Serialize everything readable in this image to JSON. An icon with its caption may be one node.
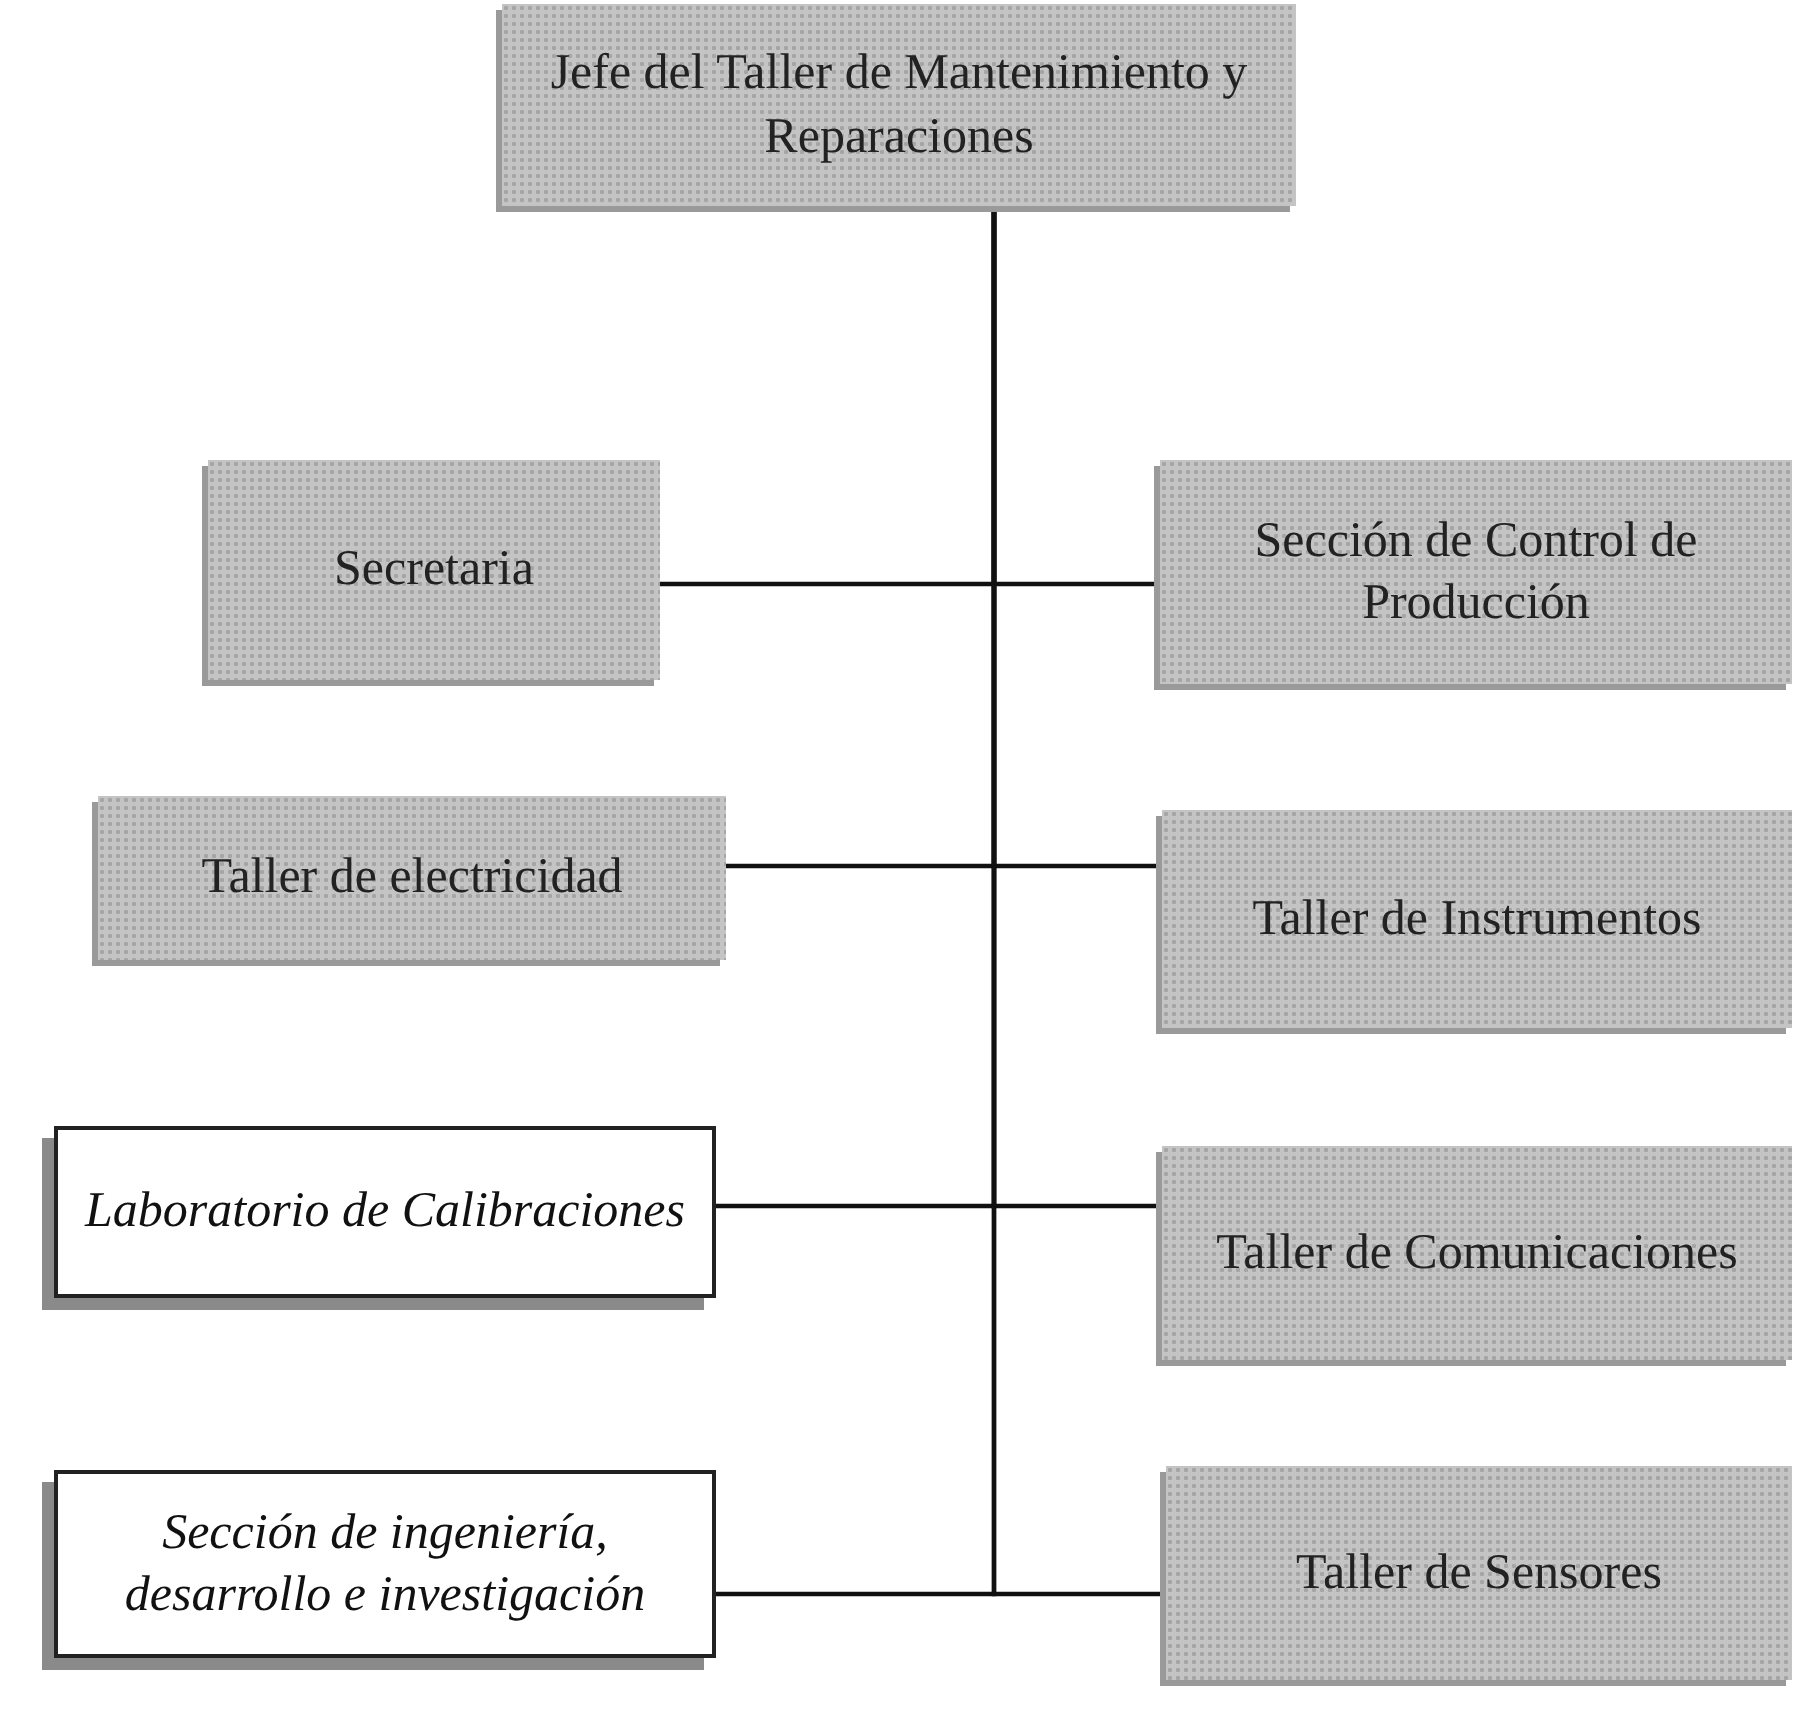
{
  "diagram": {
    "nodes": [
      {
        "text": [
          "Jefe del Taller de Mantenimiento y Reparaciones"
        ]
      },
      {
        "text": [
          "Secretaria"
        ]
      },
      {
        "text": [
          "Sección de Control de Producción"
        ]
      },
      {
        "text": [
          "Taller de electricidad"
        ]
      },
      {
        "text": [
          "Taller de Instrumentos"
        ]
      },
      {
        "text": [
          "Laboratorio de Calibraciones"
        ]
      },
      {
        "text": [
          "Taller de Comunicaciones"
        ]
      },
      {
        "text": [
          "Sección de ingeniería, desarrollo e investigación"
        ]
      },
      {
        "text": [
          "Taller de Sensores"
        ]
      }
    ],
    "edges": [
      {
        "from": 0,
        "to": 1,
        "arrow": "none"
      },
      {
        "from": 0,
        "to": 2,
        "arrow": "none"
      },
      {
        "from": 0,
        "to": 3,
        "arrow": "none"
      },
      {
        "from": 0,
        "to": 4,
        "arrow": "none"
      },
      {
        "from": 0,
        "to": 5,
        "arrow": "none"
      },
      {
        "from": 0,
        "to": 6,
        "arrow": "none"
      },
      {
        "from": 0,
        "to": 7,
        "arrow": "none"
      },
      {
        "from": 0,
        "to": 8,
        "arrow": "none"
      }
    ]
  }
}
